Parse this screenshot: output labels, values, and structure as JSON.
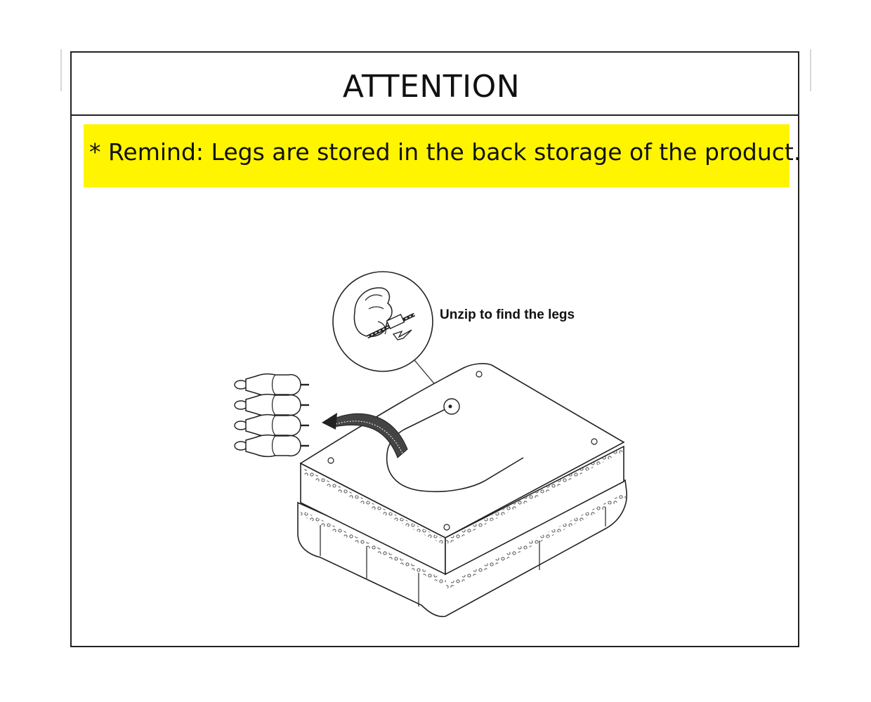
{
  "page": {
    "title": "ATTENTION",
    "remind": "* Remind: Legs are stored in the back storage of the product.",
    "callout": "Unzip to find the legs",
    "colors": {
      "highlight": "#fff500",
      "ink": "#111111",
      "border": "#222222"
    },
    "illustration": {
      "legs": 4,
      "icons": [
        "zipper-hand-icon",
        "arrow-icon",
        "leg-icon",
        "ottoman-icon"
      ]
    }
  }
}
